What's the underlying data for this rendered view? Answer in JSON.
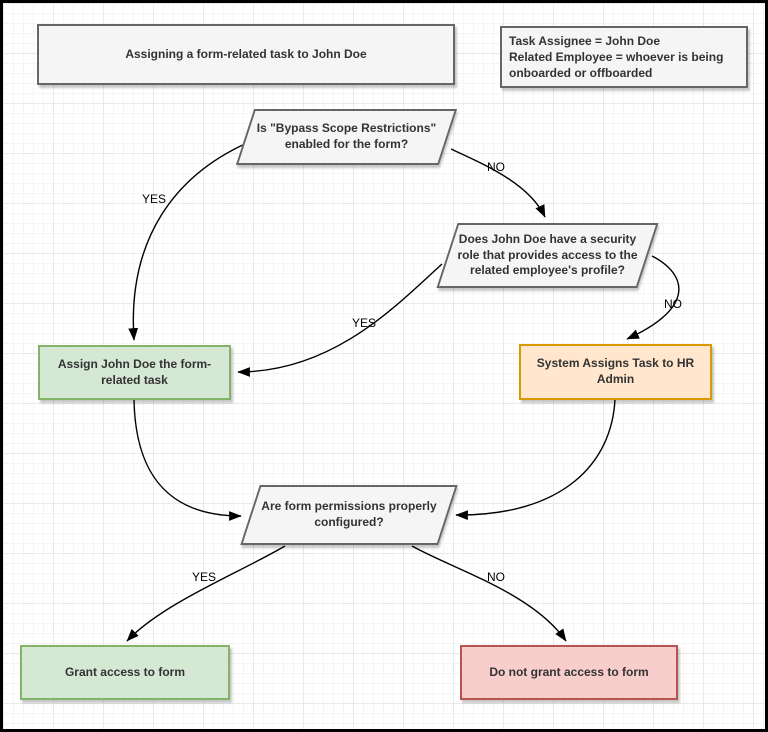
{
  "flowchart": {
    "title": "Assigning a form-related task to John Doe",
    "note": {
      "line1": "Task Assignee = John Doe",
      "line2": "Related Employee = whoever is being onboarded or offboarded"
    },
    "nodes": {
      "bypass_decision": {
        "label": "Is \"Bypass Scope Restrictions\" enabled for the form?",
        "shape": "parallelogram",
        "fill": "#f5f5f5",
        "border": "#666666"
      },
      "security_role_decision": {
        "label": "Does John Doe have a security role that provides access to the related employee's profile?",
        "shape": "parallelogram",
        "fill": "#f5f5f5",
        "border": "#666666"
      },
      "form_permissions_decision": {
        "label": "Are form permissions properly configured?",
        "shape": "parallelogram",
        "fill": "#f5f5f5",
        "border": "#666666"
      },
      "assign_task": {
        "label": "Assign John Doe the form-related task",
        "shape": "rectangle",
        "fill": "#d5e8d4",
        "border": "#82b366"
      },
      "hr_admin": {
        "label": "System Assigns Task to HR Admin",
        "shape": "rectangle",
        "fill": "#ffe6cc",
        "border": "#d79b00"
      },
      "grant_access": {
        "label": "Grant access to form",
        "shape": "rectangle",
        "fill": "#d5e8d4",
        "border": "#82b366"
      },
      "deny_access": {
        "label": "Do not grant access to form",
        "shape": "rectangle",
        "fill": "#f8cecc",
        "border": "#b85450"
      }
    },
    "edge_labels": {
      "bypass_yes": "YES",
      "bypass_no": "NO",
      "security_yes": "YES",
      "security_no": "NO",
      "permissions_yes": "YES",
      "permissions_no": "NO"
    },
    "edges": [
      {
        "from": "bypass_decision",
        "to": "assign_task",
        "label": "YES"
      },
      {
        "from": "bypass_decision",
        "to": "security_role_decision",
        "label": "NO"
      },
      {
        "from": "security_role_decision",
        "to": "assign_task",
        "label": "YES"
      },
      {
        "from": "security_role_decision",
        "to": "hr_admin",
        "label": "NO"
      },
      {
        "from": "assign_task",
        "to": "form_permissions_decision",
        "label": ""
      },
      {
        "from": "hr_admin",
        "to": "form_permissions_decision",
        "label": ""
      },
      {
        "from": "form_permissions_decision",
        "to": "grant_access",
        "label": "YES"
      },
      {
        "from": "form_permissions_decision",
        "to": "deny_access",
        "label": "NO"
      }
    ],
    "colors": {
      "line": "#000000",
      "shape_border_gray": "#666666",
      "shape_fill_gray": "#f5f5f5",
      "green_fill": "#d5e8d4",
      "green_border": "#82b366",
      "orange_fill": "#ffe6cc",
      "orange_border": "#d79b00",
      "red_fill": "#f8cecc",
      "red_border": "#b85450"
    }
  }
}
